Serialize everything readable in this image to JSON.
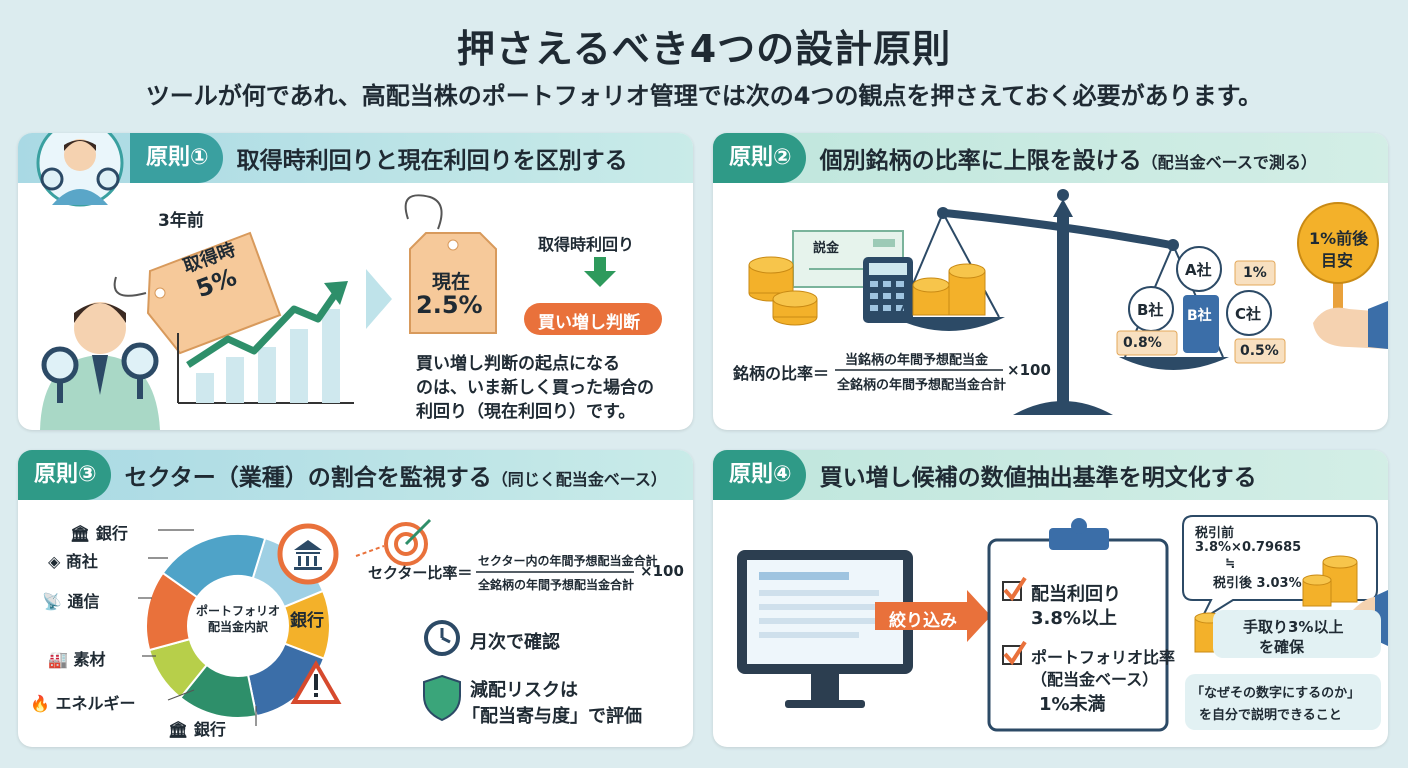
{
  "header": {
    "title": "押さえるべき4つの設計原則",
    "subtitle": "ツールが何であれ、高配当株のポートフォリオ管理では次の4つの観点を押さえておく必要があります。"
  },
  "p1": {
    "tag": "原則①",
    "title": "取得時利回りと現在利回りを区別する",
    "years_ago": "3年前",
    "tag_old_label": "取得時",
    "tag_old_value": "5%",
    "tag_new_label": "現在",
    "tag_new_value": "2.5%",
    "arrow_label": "取得時利回り",
    "decision_badge": "買い増し判断",
    "body_line1": "買い増し判断の起点になる",
    "body_line2": "のは、いま新しく買った場合の",
    "body_line3": "利回り（現在利回り）です。"
  },
  "p2": {
    "tag": "原則②",
    "title": "個別銘柄の比率に上限を設ける",
    "title_note": "（配当金ベースで測る）",
    "cheque": "説金",
    "formula_label": "銘柄の比率＝",
    "formula_num": "当銘柄の年間予想配当金",
    "formula_den": "全銘柄の年間予想配当金合計",
    "formula_mul": "×100",
    "company_a": "A社",
    "company_b": "B社",
    "company_b2": "B社",
    "company_c": "C社",
    "pct_a": "1%",
    "pct_b": "0.8%",
    "pct_c": "0.5%",
    "sign_line1": "1%前後",
    "sign_line2": "目安"
  },
  "p3": {
    "tag": "原則③",
    "title": "セクター（業種）の割合を監視する",
    "title_note": "（同じく配当金ベース）",
    "donut_center_line1": "ポートフォリオ",
    "donut_center_line2": "配当金内訳",
    "donut_label": "銀行",
    "sectors": [
      "銀行",
      "商社",
      "通信",
      "素材",
      "エネルギー",
      "銀行"
    ],
    "formula_label": "セクター比率＝",
    "formula_num": "セクター内の年間予想配当金合計",
    "formula_den": "全銘柄の年間予想配当金合計",
    "formula_mul": "×100",
    "monthly": "月次で確認",
    "risk_line1": "減配リスクは",
    "risk_line2": "「配当寄与度」で評価"
  },
  "p4": {
    "tag": "原則④",
    "title": "買い増し候補の数値抽出基準を明文化する",
    "filter": "絞り込み",
    "check1_line1": "配当利回り",
    "check1_line2": "3.8%以上",
    "check2_line1": "ポートフォリオ比率",
    "check2_line2": "（配当金ベース）",
    "check2_line3": "1%未満",
    "tax_before": "税引前",
    "tax_calc": "3.8%×0.79685",
    "tax_approx": "≒",
    "tax_after": "税引後 3.03%",
    "net_line1": "手取り3%以上",
    "net_line2": "を確保",
    "explain_line1": "「なぜその数字にするのか」",
    "explain_line2": "を自分で説明できること"
  },
  "colors": {
    "teal": "#2f9a87",
    "green": "#2e8f6a",
    "orange": "#e9713b",
    "blue": "#3b6ea8",
    "gold": "#f3b12a",
    "tag_peach": "#f6c99a"
  }
}
